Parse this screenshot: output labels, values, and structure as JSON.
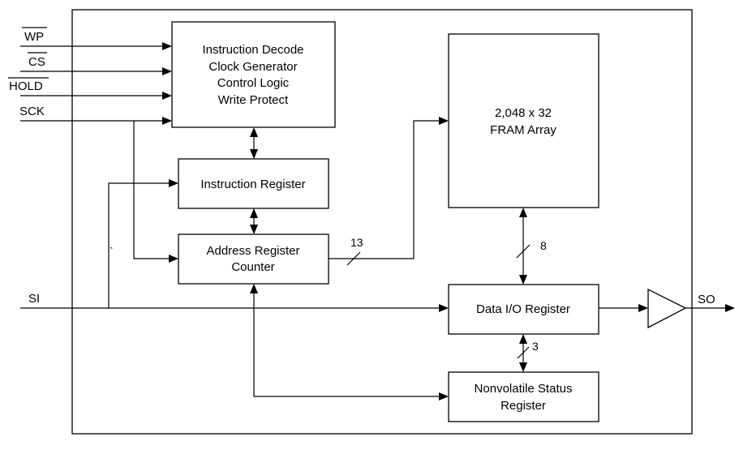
{
  "diagram": {
    "blocks": {
      "control": {
        "lines": [
          "Instruction Decode",
          "Clock Generator",
          "Control Logic",
          "Write Protect"
        ]
      },
      "instruction_register": {
        "label": "Instruction Register"
      },
      "address_register": {
        "lines": [
          "Address Register",
          "Counter"
        ]
      },
      "fram_array": {
        "lines": [
          "2,048 x 32",
          "FRAM Array"
        ]
      },
      "data_io_register": {
        "label": "Data I/O Register"
      },
      "status_register": {
        "lines": [
          "Nonvolatile Status",
          "Register"
        ]
      }
    },
    "signals": {
      "wp": "WP",
      "cs": "CS",
      "hold": "HOLD",
      "sck": "SCK",
      "si": "SI",
      "so": "SO"
    },
    "bus_widths": {
      "address": "13",
      "data": "8",
      "status": "3"
    },
    "stray_mark": "`"
  }
}
